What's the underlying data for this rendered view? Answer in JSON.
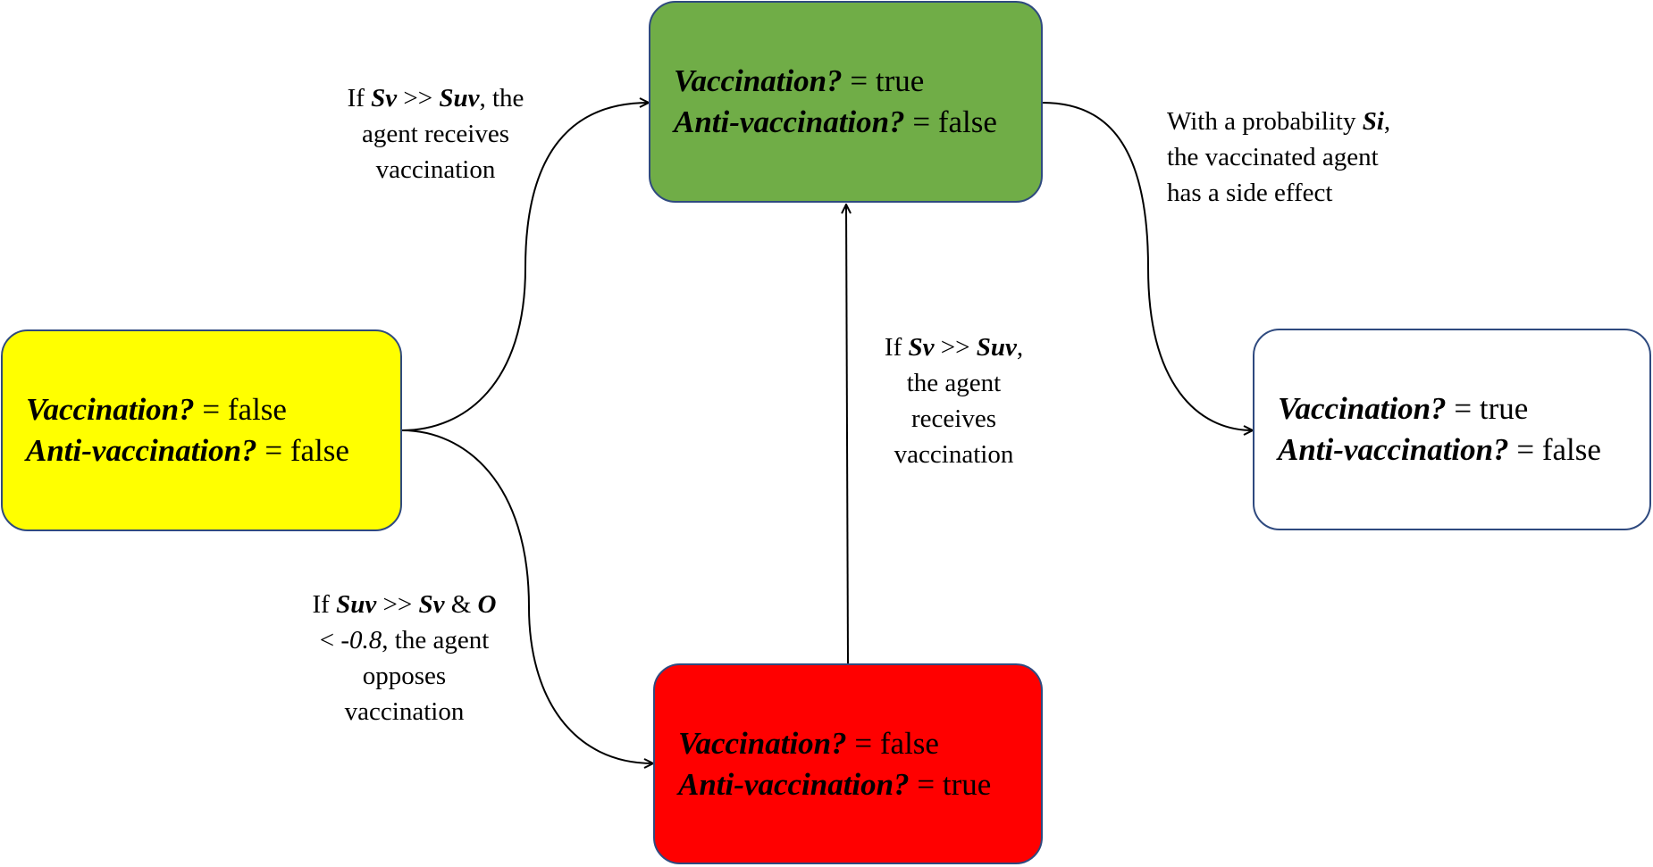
{
  "nodes": {
    "yellow": {
      "var1": "Vaccination?",
      "val1": " = false",
      "var2": "Anti-vaccination?",
      "val2": " = false",
      "color": "#ffff00"
    },
    "green": {
      "var1": "Vaccination?",
      "val1": " = true",
      "var2": "Anti-vaccination?",
      "val2": " = false",
      "color": "#70ad47"
    },
    "red": {
      "var1": "Vaccination?",
      "val1": " = false",
      "var2": "Anti-vaccination?",
      "val2": " = true",
      "color": "#ff0000"
    },
    "white": {
      "var1": "Vaccination?",
      "val1": " = true",
      "var2": "Anti-vaccination?",
      "val2": " = false",
      "color": "#ffffff"
    }
  },
  "edges": {
    "yellow_to_green": {
      "t1": "If ",
      "b1": "Sv",
      "t2": " >> ",
      "b2": "Suv",
      "t3": ", the",
      "line2": "agent receives",
      "line3": "vaccination"
    },
    "red_to_green": {
      "t1": "If ",
      "b1": "Sv",
      "t2": " >> ",
      "b2": "Suv",
      "t3": ",",
      "line2": "the agent",
      "line3": "receives",
      "line4": "vaccination"
    },
    "green_to_white": {
      "t1": "With a probability ",
      "b1": "Si",
      "t2": ",",
      "line2": "the vaccinated agent",
      "line3": "has a side effect"
    },
    "yellow_to_red": {
      "t1": "If ",
      "b1": "Suv",
      "t2": " >> ",
      "b2": "Sv",
      "t3": " & ",
      "b3": "O",
      "l2a": "< ",
      "l2i": "-0.8",
      "l2b": ", the agent",
      "line3": "opposes",
      "line4": "vaccination"
    }
  }
}
